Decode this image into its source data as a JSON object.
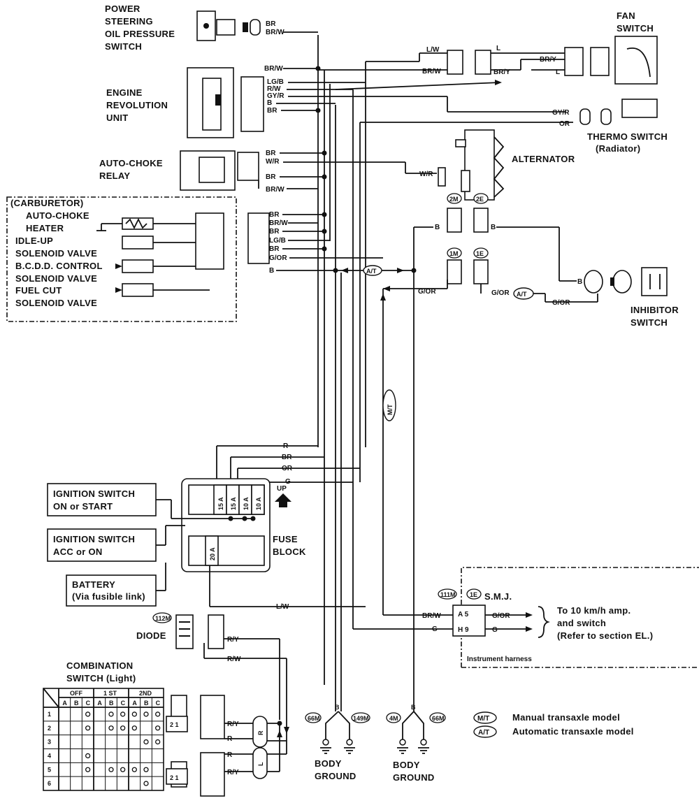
{
  "components": {
    "power_steering": [
      "POWER",
      "STEERING",
      "OIL PRESSURE",
      "SWITCH"
    ],
    "fan_switch": [
      "FAN",
      "SWITCH"
    ],
    "engine_revolution": [
      "ENGINE",
      "REVOLUTION",
      "UNIT"
    ],
    "thermo_switch": [
      "THERMO SWITCH",
      "(Radiator)"
    ],
    "alternator": "ALTERNATOR",
    "auto_choke_relay": [
      "AUTO-CHOKE",
      "RELAY"
    ],
    "carburetor": [
      "(CARBURETOR)",
      "AUTO-CHOKE",
      "HEATER",
      "IDLE-UP",
      "SOLENOID VALVE",
      "B.C.D.D. CONTROL",
      "SOLENOID VALVE",
      "FUEL CUT",
      "SOLENOID VALVE"
    ],
    "inhibitor_switch": [
      "INHIBITOR",
      "SWITCH"
    ],
    "fuse_block": [
      "FUSE",
      "BLOCK"
    ],
    "up_label": "UP",
    "ign_on_start": [
      "IGNITION SWITCH",
      "ON or START"
    ],
    "ign_acc_on": [
      "IGNITION SWITCH",
      "ACC or ON"
    ],
    "battery": [
      "BATTERY",
      "(Via fusible link)"
    ],
    "diode": "DIODE",
    "combination_switch": [
      "COMBINATION",
      "SWITCH (Light)"
    ],
    "smj": "S.M.J.",
    "smj_note": [
      "To 10 km/h amp.",
      "and switch",
      "(Refer to section EL.)"
    ],
    "instrument_harness": "Instrument harness",
    "body_ground": [
      "BODY",
      "GROUND"
    ]
  },
  "connectors": {
    "c2m": "2M",
    "c2e": "2E",
    "c1m": "1M",
    "c1e": "1E",
    "c111m": "111M",
    "c1e_b": "1E",
    "c112m": "112M",
    "c66m": "66M",
    "c149m": "149M",
    "c4m": "4M",
    "c66m_b": "66M"
  },
  "fuses": [
    "15 A",
    "15 A",
    "10 A",
    "10 A",
    "20 A"
  ],
  "wires": {
    "br": "BR",
    "brw": "BR/W",
    "lw": "L/W",
    "l": "L",
    "bry": "BR/Y",
    "lgb": "LG/B",
    "rw": "R/W",
    "gyr": "GY/R",
    "b": "B",
    "or": "OR",
    "wr": "W/R",
    "gor": "G/OR",
    "r": "R",
    "g": "G",
    "ry": "R/Y"
  },
  "smj_pins": {
    "a5": "A 5",
    "h9": "H 9"
  },
  "switch_table": {
    "positions": [
      "OFF",
      "1 ST",
      "2ND"
    ],
    "cols": [
      "A",
      "B",
      "C",
      "A",
      "B",
      "C",
      "A",
      "B",
      "C"
    ],
    "rows": [
      "1",
      "2",
      "3",
      "4",
      "5",
      "6"
    ]
  },
  "legend": {
    "mt_code": "M/T",
    "mt_text": "Manual transaxle model",
    "at_code": "A/T",
    "at_text": "Automatic transaxle model"
  },
  "relay_switch_labels": {
    "r": "R",
    "l": "L"
  }
}
